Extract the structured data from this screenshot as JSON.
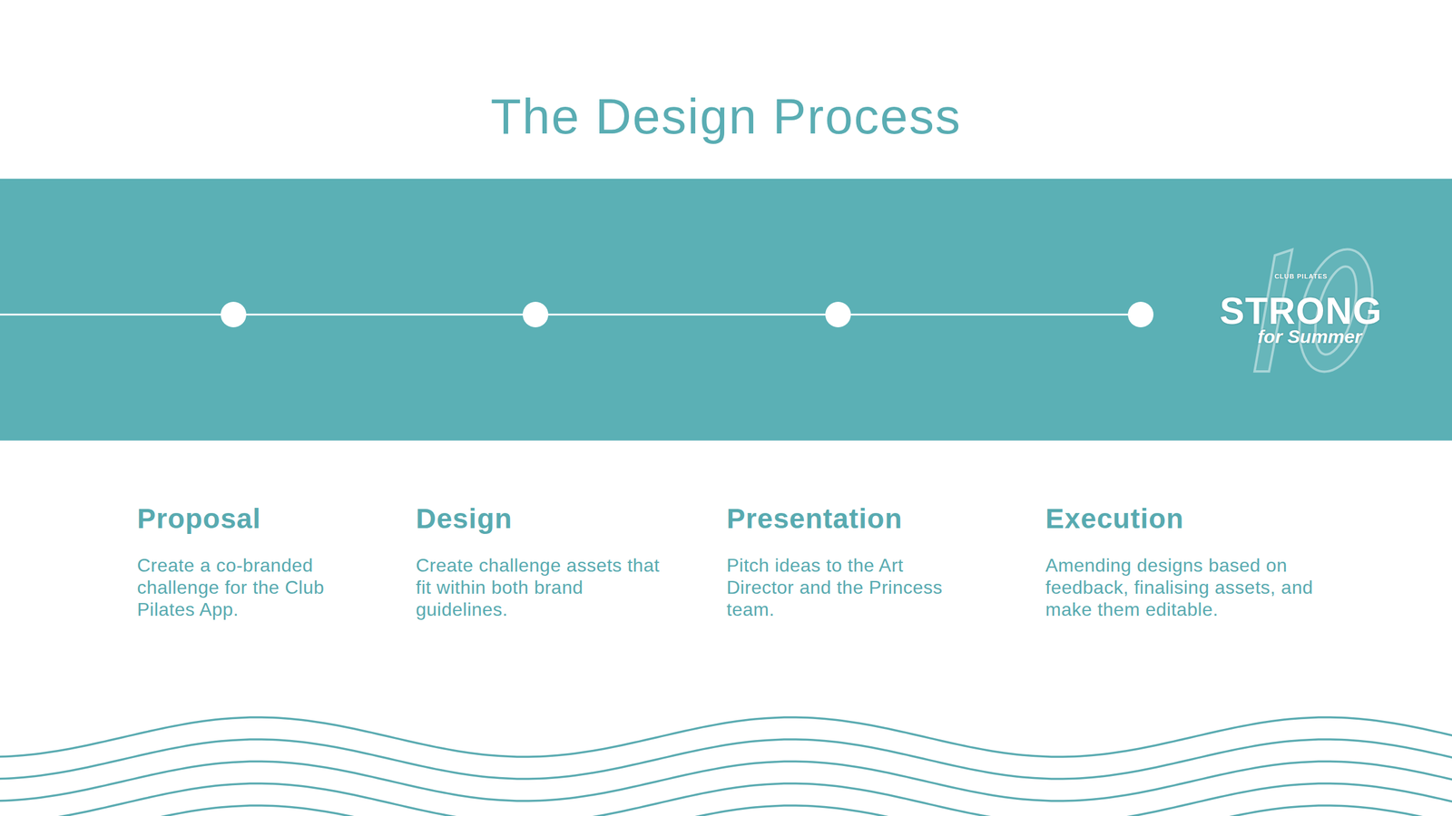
{
  "diagram": {
    "title": "The Design Process",
    "nodes": [
      {
        "text": [
          "Proposal",
          "Create a co-branded challenge for the Club Pilates App."
        ]
      },
      {
        "text": [
          "Design",
          "Create challenge assets that fit within both brand guidelines."
        ]
      },
      {
        "text": [
          "Presentation",
          "Pitch ideas to the Art Director and the Princess team."
        ]
      },
      {
        "text": [
          "Execution",
          "Amending designs based on feedback, finalising assets, and make them editable."
        ]
      }
    ],
    "labels": [
      "CLUB PILATES",
      "STRONG",
      "for Summer"
    ]
  }
}
